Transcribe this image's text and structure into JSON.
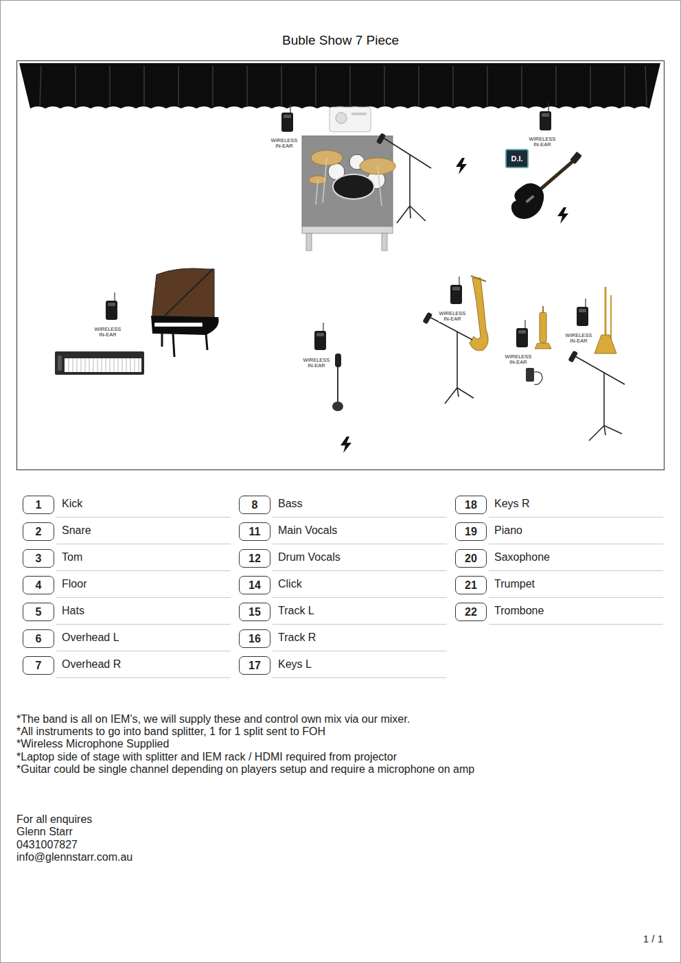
{
  "diagram": {
    "title": "Buble Show 7 Piece",
    "nodes": [
      {
        "text": [
          "D.I."
        ]
      },
      {
        "text": [
          "1",
          "Kick"
        ]
      },
      {
        "text": [
          "2",
          "Snare"
        ]
      },
      {
        "text": [
          "3",
          "Tom"
        ]
      },
      {
        "text": [
          "4",
          "Floor"
        ]
      },
      {
        "text": [
          "5",
          "Hats"
        ]
      },
      {
        "text": [
          "6",
          "Overhead L"
        ]
      },
      {
        "text": [
          "7",
          "Overhead R"
        ]
      },
      {
        "text": [
          "8",
          "Bass"
        ]
      },
      {
        "text": [
          "11",
          "Main Vocals"
        ]
      },
      {
        "text": [
          "12",
          "Drum Vocals"
        ]
      },
      {
        "text": [
          "14",
          "Click"
        ]
      },
      {
        "text": [
          "15",
          "Track L"
        ]
      },
      {
        "text": [
          "16",
          "Track R"
        ]
      },
      {
        "text": [
          "17",
          "Keys L"
        ]
      },
      {
        "text": [
          "18",
          "Keys R"
        ]
      },
      {
        "text": [
          "19",
          "Piano"
        ]
      },
      {
        "text": [
          "20",
          "Saxophone"
        ]
      },
      {
        "text": [
          "21",
          "Trumpet"
        ]
      },
      {
        "text": [
          "22",
          "Trombone"
        ]
      }
    ],
    "labels": [
      "WIRELESS IN-EAR",
      "WIRELESS IN-EAR",
      "WIRELESS IN-EAR",
      "WIRELESS IN-EAR",
      "WIRELESS IN-EAR",
      "WIRELESS IN-EAR",
      "WIRELESS IN-EAR",
      "*The band is all on IEM's, we will supply these and control own mix via our mixer.",
      "*All instruments to go into band splitter, 1 for 1 split sent to FOH",
      "*Wireless Microphone Supplied",
      "*Laptop side of stage with splitter and IEM rack  / HDMI required from projector",
      "*Guitar could be single channel depending on players setup and require a microphone on amp",
      "For all enquires",
      "Glenn Starr",
      "0431007827",
      "info@glennstarr.com.au",
      "1 / 1"
    ]
  }
}
